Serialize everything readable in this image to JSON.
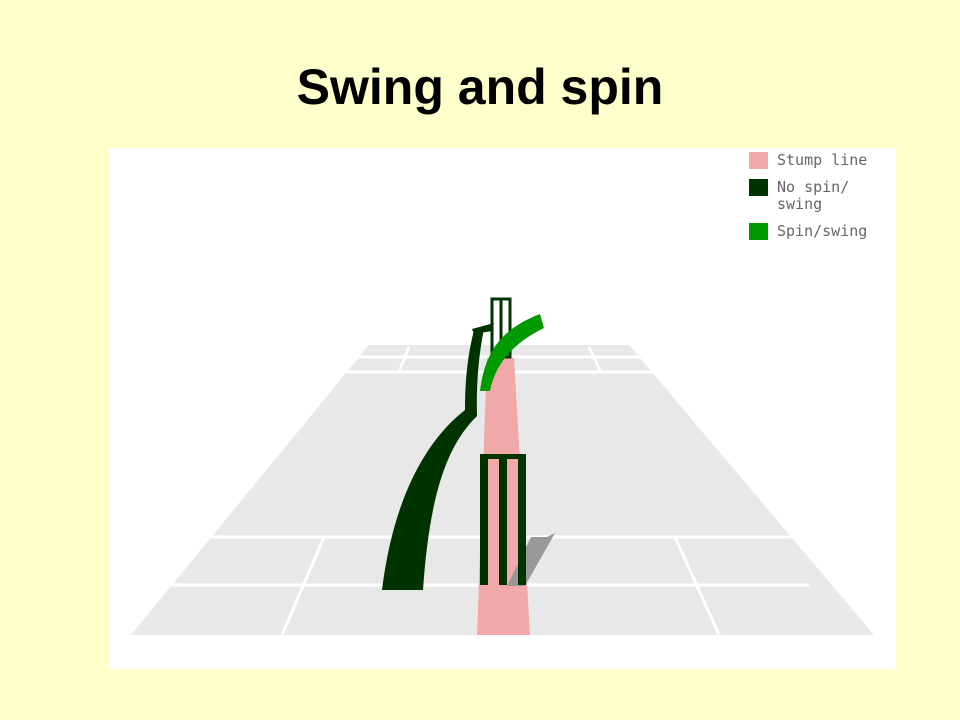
{
  "title": "Swing and spin",
  "legend": [
    {
      "label": "Stump line",
      "color": "#f0a8a8"
    },
    {
      "label": "No spin/\nswing",
      "color": "#003300"
    },
    {
      "label": "Spin/swing",
      "color": "#009900"
    }
  ],
  "colors": {
    "background": "#ffffcc",
    "pitch": "#e8e8e8",
    "crease_lines": "#ffffff",
    "stump_line": "#f0a8a8",
    "no_spin_path": "#003300",
    "spin_path": "#009900",
    "stumps": "#003300",
    "shadow": "#999999"
  }
}
